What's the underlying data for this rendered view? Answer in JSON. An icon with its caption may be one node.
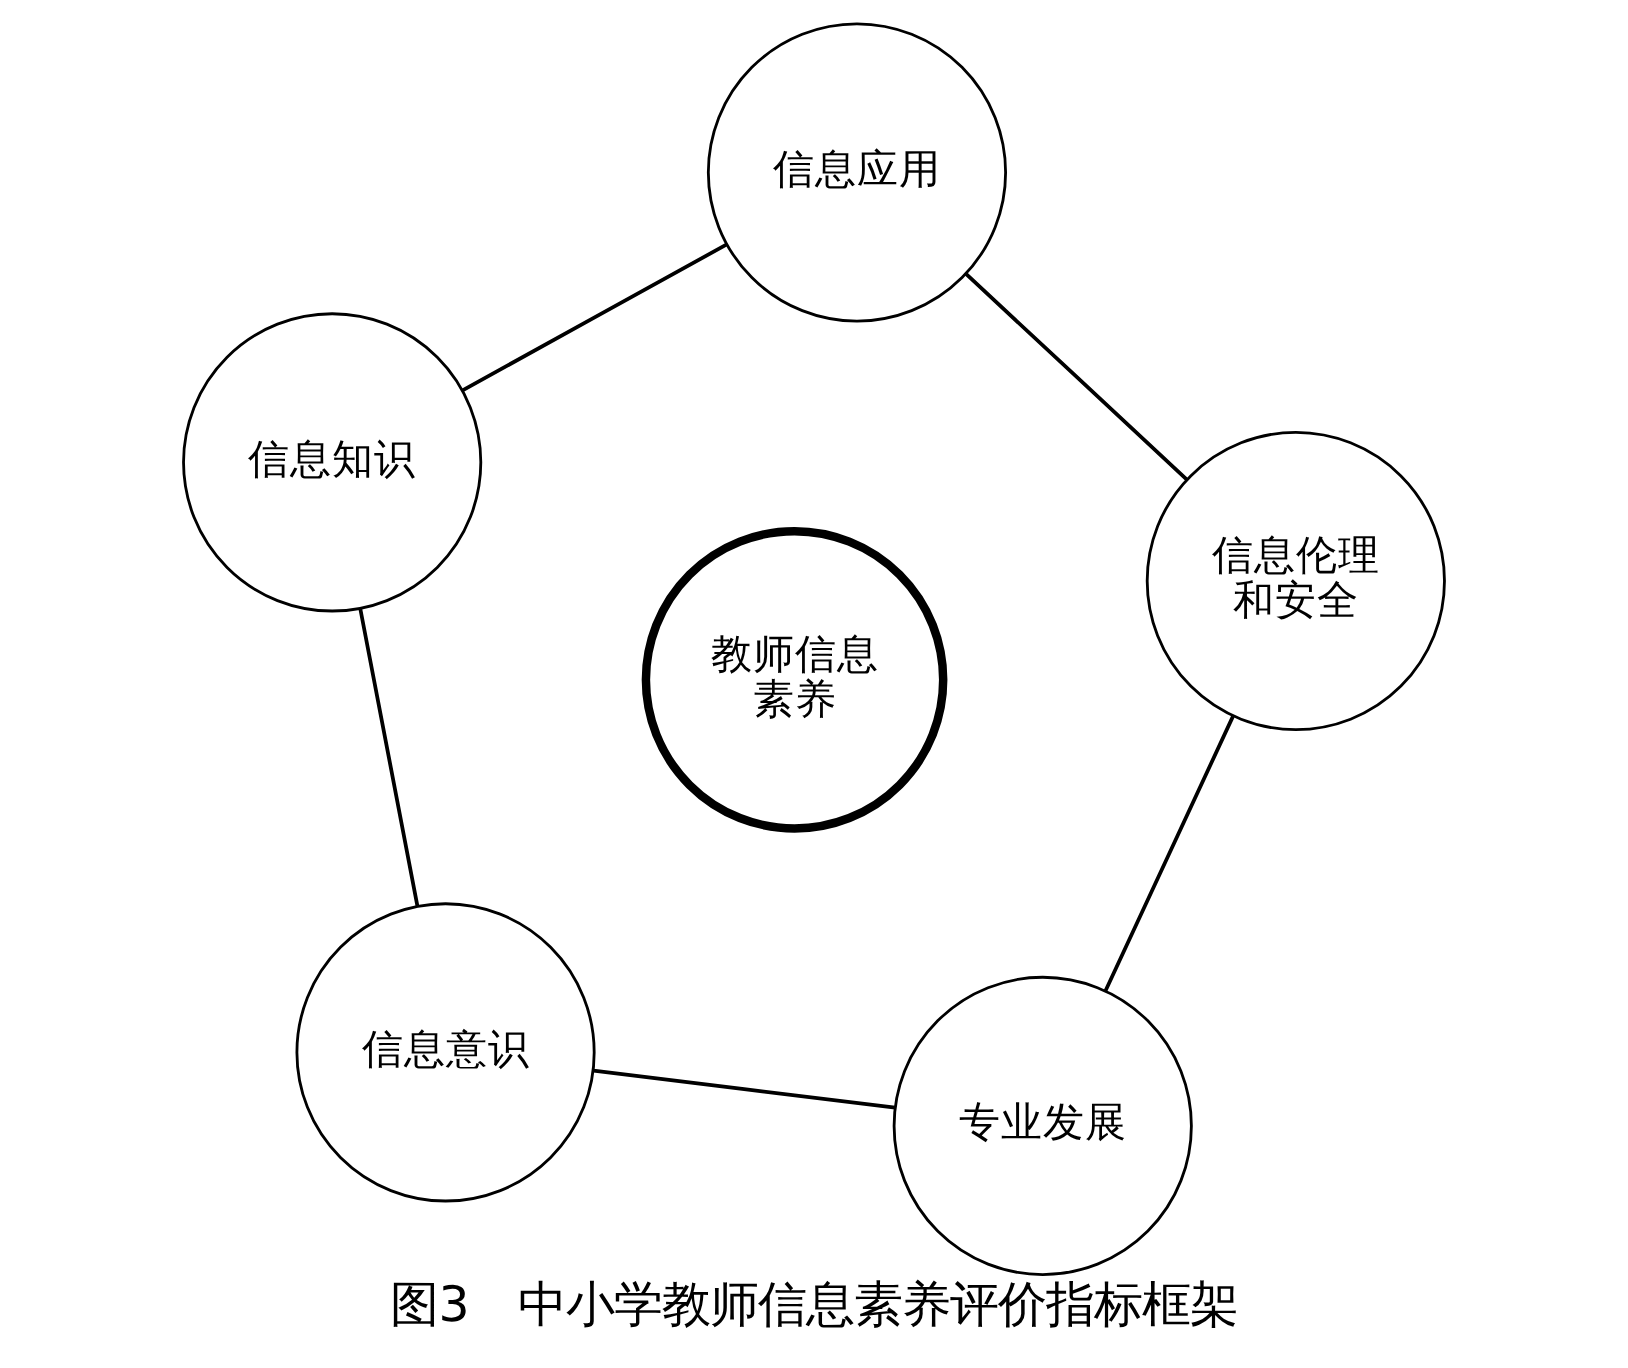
{
  "diagram": {
    "caption": "图3　中小学教师信息素养评价指标框架",
    "nodes": [
      {
        "text": [
          "信息意识"
        ]
      },
      {
        "text": [
          "专业发展"
        ]
      },
      {
        "text": [
          "教师信息素养"
        ]
      },
      {
        "text": [
          "信息知识"
        ]
      },
      {
        "text": [
          "信息伦理和安全"
        ]
      },
      {
        "text": [
          "信息应用"
        ]
      }
    ],
    "edges": [
      {
        "from": 0,
        "to": 3,
        "arrow": "none"
      },
      {
        "from": 3,
        "to": 5,
        "arrow": "none"
      },
      {
        "from": 5,
        "to": 4,
        "arrow": "none"
      },
      {
        "from": 4,
        "to": 1,
        "arrow": "none"
      },
      {
        "from": 1,
        "to": 0,
        "arrow": "none"
      }
    ]
  }
}
